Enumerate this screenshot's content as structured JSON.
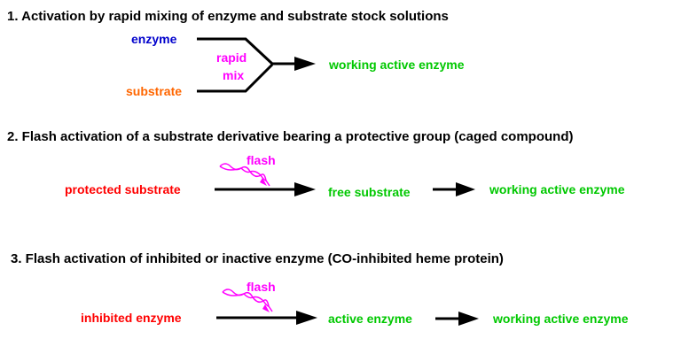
{
  "colors": {
    "enzyme": "#0000cc",
    "substrate": "#ff6600",
    "mix": "#ff00ff",
    "active": "#00c800",
    "inhibited": "#ff0000",
    "arrow": "#000000"
  },
  "section1": {
    "heading": "1.   Activation by rapid mixing of enzyme and substrate stock solutions",
    "enzyme": "enzyme",
    "substrate": "substrate",
    "mix_line1": "rapid",
    "mix_line2": "mix",
    "product": "working active enzyme"
  },
  "section2": {
    "heading": "2.   Flash activation of a substrate derivative bearing a protective group (caged compound)",
    "flash": "flash",
    "reactant": "protected substrate",
    "intermediate": "free substrate",
    "product": "working active enzyme"
  },
  "section3": {
    "heading": "3.   Flash activation of inhibited or inactive enzyme (CO-inhibited heme protein)",
    "flash": "flash",
    "reactant": "inhibited enzyme",
    "intermediate": "active enzyme",
    "product": "working active enzyme"
  }
}
